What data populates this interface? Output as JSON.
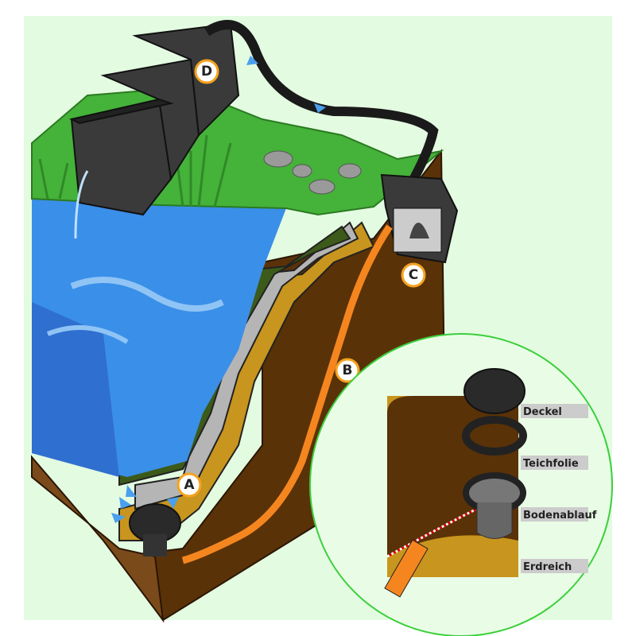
{
  "markers": {
    "a": "A",
    "b": "B",
    "c": "C",
    "d": "D"
  },
  "detail_labels": {
    "cover": "Deckel",
    "liner": "Teichfolie",
    "drain": "Bodenablauf",
    "soil": "Erdreich"
  },
  "colors": {
    "background": "#e3fbe0",
    "grass": "#45b23a",
    "water": "#3a8fe8",
    "earth": "#5a3208",
    "pipe": "#f5861f",
    "hose": "#1a1a1a",
    "arrow": "#4aa0ee",
    "callout_border": "#3ccf3c"
  }
}
